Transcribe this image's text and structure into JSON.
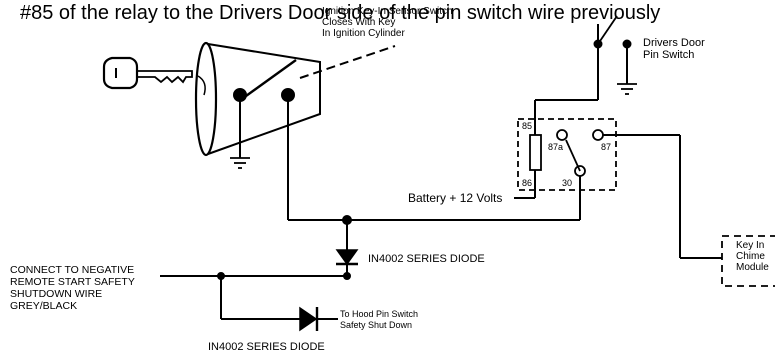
{
  "header_text": "#85 of the relay to the Drivers Door side of the pin switch wire previously",
  "labels": {
    "ignition_sensor_line1": "Ignition Key-In Sensor Switch",
    "ignition_sensor_line2": "Closes With Key",
    "ignition_sensor_line3": "In Ignition Cylinder",
    "door_switch_line1": "Drivers Door",
    "door_switch_line2": "Pin Switch",
    "relay_pin_85": "85",
    "relay_pin_86": "86",
    "relay_pin_87a": "87a",
    "relay_pin_87": "87",
    "relay_pin_30": "30",
    "battery": "Battery + 12 Volts",
    "diode_top": "IN4002 SERIES DIODE",
    "diode_bottom": "IN4002 SERIES DIODE",
    "connect_line1": "CONNECT TO NEGATIVE",
    "connect_line2": "REMOTE START SAFETY",
    "connect_line3": "SHUTDOWN WIRE",
    "connect_line4": "GREY/BLACK",
    "hood_line1": "To Hood Pin Switch",
    "hood_line2": "Safety Shut Down",
    "chime_line1": "Key In",
    "chime_line2": "Chime",
    "chime_line3": "Module"
  },
  "colors": {
    "ink": "#000000",
    "background": "#ffffff"
  },
  "icons": [
    "key-icon",
    "ground-symbol-icon",
    "diode-symbol-icon",
    "relay-coil-icon"
  ]
}
